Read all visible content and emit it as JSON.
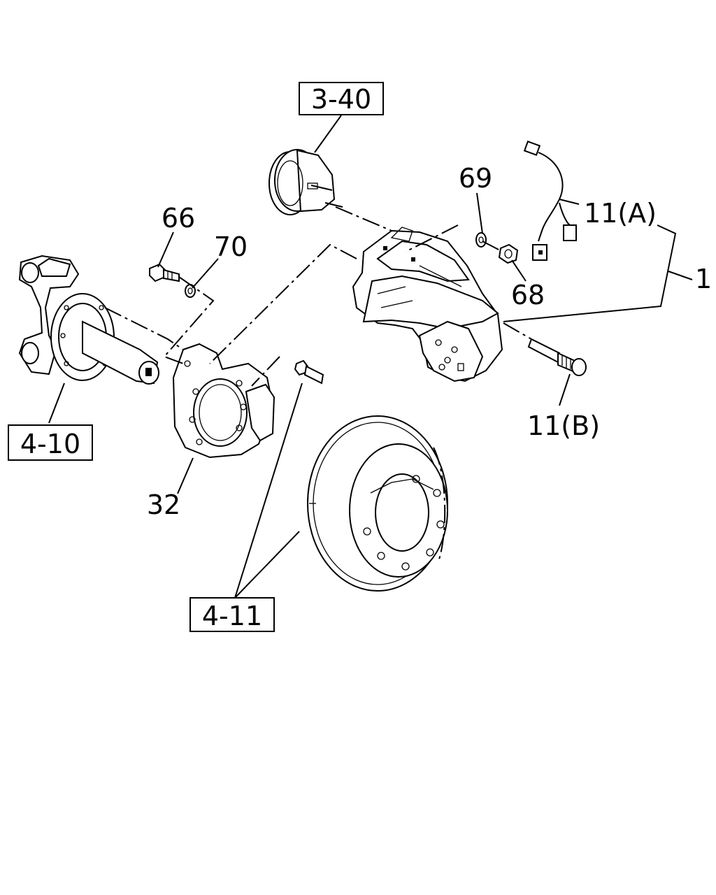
{
  "diagram": {
    "callouts": {
      "ref_3_40": "3-40",
      "ref_4_10": "4-10",
      "ref_4_11": "4-11",
      "part_66": "66",
      "part_70": "70",
      "part_69": "69",
      "part_68": "68",
      "part_11a": "11(A)",
      "part_11b": "11(B)",
      "part_1": "1",
      "part_32": "32"
    }
  }
}
